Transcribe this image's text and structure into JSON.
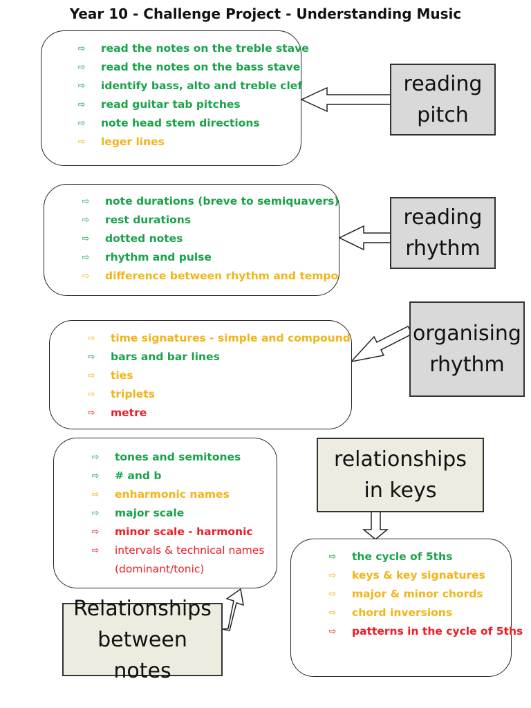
{
  "title": "Year 10 - Challenge Project - Understanding Music",
  "arrow_glyph": "⇨",
  "colors": {
    "green": "#1aa24a",
    "orange": "#f2b418",
    "red": "#ee1c24",
    "grey_box": "#d9d9d9",
    "beige_box": "#eeece1"
  },
  "sections": {
    "reading_pitch": {
      "label": "reading pitch",
      "items": [
        {
          "text": "read the notes on the treble stave",
          "color": "green"
        },
        {
          "text": "read the notes on the bass stave",
          "color": "green"
        },
        {
          "text": "identify bass, alto and treble clef",
          "color": "green"
        },
        {
          "text": "read guitar tab pitches",
          "color": "green"
        },
        {
          "text": "note head stem directions",
          "color": "green"
        },
        {
          "text": "leger lines",
          "color": "orange"
        }
      ]
    },
    "reading_rhythm": {
      "label": "reading rhythm",
      "items": [
        {
          "text": "note durations (breve to semiquavers)",
          "color": "green"
        },
        {
          "text": "rest durations",
          "color": "green"
        },
        {
          "text": "dotted notes",
          "color": "green"
        },
        {
          "text": "rhythm and pulse",
          "color": "green"
        },
        {
          "text": "difference between rhythm and tempo",
          "color": "orange"
        }
      ]
    },
    "organising_rhythm": {
      "label": "organising rhythm",
      "items": [
        {
          "text": "time signatures - simple and compound",
          "color": "orange"
        },
        {
          "text": "bars and bar lines",
          "color": "green"
        },
        {
          "text": "ties",
          "color": "orange"
        },
        {
          "text": "triplets",
          "color": "orange"
        },
        {
          "text": "metre",
          "color": "red"
        }
      ]
    },
    "relationships_between_notes": {
      "label": "Relationships between notes",
      "items": [
        {
          "text": "tones and semitones",
          "color": "green"
        },
        {
          "text": "# and b",
          "color": "green"
        },
        {
          "text": "enharmonic names",
          "color": "orange"
        },
        {
          "text": "major scale",
          "color": "green"
        },
        {
          "text": "minor scale - harmonic",
          "color": "red"
        },
        {
          "text": "intervals & technical names (dominant/tonic)",
          "color": "red"
        }
      ]
    },
    "relationships_in_keys": {
      "label": "relationships in keys",
      "items": [
        {
          "text": "the cycle of 5ths",
          "color": "green"
        },
        {
          "text": "keys & key signatures",
          "color": "orange"
        },
        {
          "text": "major & minor chords",
          "color": "orange"
        },
        {
          "text": "chord inversions",
          "color": "orange"
        },
        {
          "text": "patterns in the cycle of 5ths",
          "color": "red"
        }
      ]
    }
  }
}
